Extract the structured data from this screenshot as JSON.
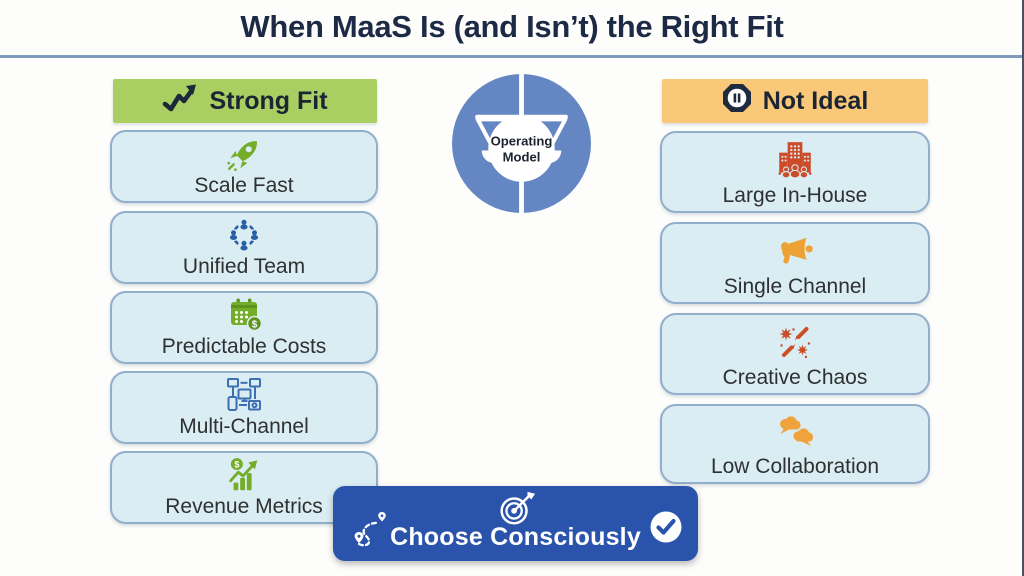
{
  "title": "When MaaS Is (and Isn’t) the Right Fit",
  "center": {
    "icon": "balance-scale-icon",
    "label_line1": "Operating",
    "label_line2": "Model"
  },
  "strong_fit": {
    "header": "Strong Fit",
    "header_icon": "trending-up-icon",
    "items": [
      {
        "label": "Scale Fast",
        "icon": "rocket-icon"
      },
      {
        "label": "Unified Team",
        "icon": "team-circle-icon"
      },
      {
        "label": "Predictable Costs",
        "icon": "calendar-dollar-icon"
      },
      {
        "label": "Multi-Channel",
        "icon": "devices-network-icon"
      },
      {
        "label": "Revenue Metrics",
        "icon": "revenue-chart-icon"
      }
    ]
  },
  "not_ideal": {
    "header": "Not Ideal",
    "header_icon": "pause-octagon-icon",
    "items": [
      {
        "label": "Large In-House",
        "icon": "office-building-icon"
      },
      {
        "label": "Single Channel",
        "icon": "megaphone-icon"
      },
      {
        "label": "Creative Chaos",
        "icon": "paint-splatter-icon"
      },
      {
        "label": "Low Collaboration",
        "icon": "chat-bubbles-icon"
      }
    ]
  },
  "footer": {
    "label": "Choose Consciously",
    "icons": [
      "route-icon",
      "target-icon",
      "check-circle-icon"
    ]
  },
  "currency_symbol": "$",
  "colors": {
    "background": "#fdfdfb",
    "title_navy": "#1d2a45",
    "divider": "#7f99ba",
    "strong_fit_green": "#a9cf63",
    "not_ideal_amber": "#f9c979",
    "card_bg": "#d9edf2",
    "card_border": "#92aecd",
    "center_circle_blue": "#6487c4",
    "banner_blue": "#2a53ac",
    "icon_green": "#74ad28",
    "icon_dark_green": "#5d9420",
    "icon_blue": "#2a5fa8",
    "icon_steel_blue": "#3c6fb3",
    "icon_red": "#cc4c2a",
    "icon_orange": "#eea233",
    "icon_amber": "#f0a33c"
  }
}
